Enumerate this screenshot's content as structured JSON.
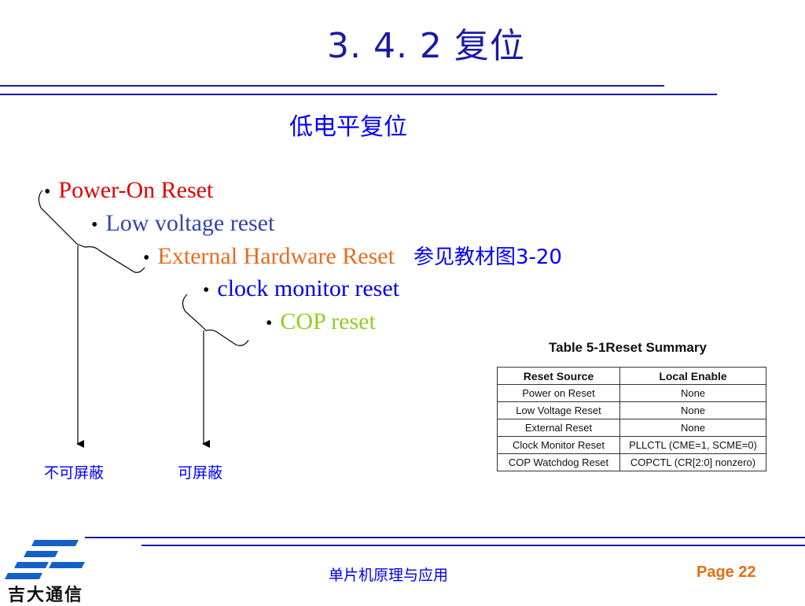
{
  "header": {
    "title": "3. 4. 2 复位"
  },
  "subtitle": "低电平复位",
  "bullets": [
    {
      "text": "Power-On Reset",
      "color": "#e00000"
    },
    {
      "text": "Low voltage reset",
      "color": "#3344aa"
    },
    {
      "text": "External Hardware Reset",
      "color": "#ea6b1c"
    },
    {
      "text": "clock monitor reset",
      "color": "#0000ee"
    },
    {
      "text": "COP reset",
      "color": "#8fcf1f"
    }
  ],
  "reference_note": "参见教材图3-20",
  "captions": {
    "non_maskable": "不可屏蔽",
    "maskable": "可屏蔽"
  },
  "reset_table": {
    "caption": "Table 5-1Reset Summary",
    "headers": [
      "Reset Source",
      "Local Enable"
    ],
    "rows": [
      [
        "Power on Reset",
        "None"
      ],
      [
        "Low Voltage Reset",
        "None"
      ],
      [
        "External Reset",
        "None"
      ],
      [
        "Clock Monitor Reset",
        "PLLCTL (CME=1, SCME=0)"
      ],
      [
        "COP Watchdog Reset",
        "COPCTL (CR[2:0] nonzero)"
      ]
    ]
  },
  "footer": {
    "course": "单片机原理与应用",
    "page_label": "Page",
    "page_number": "22",
    "brand": "吉大通信"
  }
}
